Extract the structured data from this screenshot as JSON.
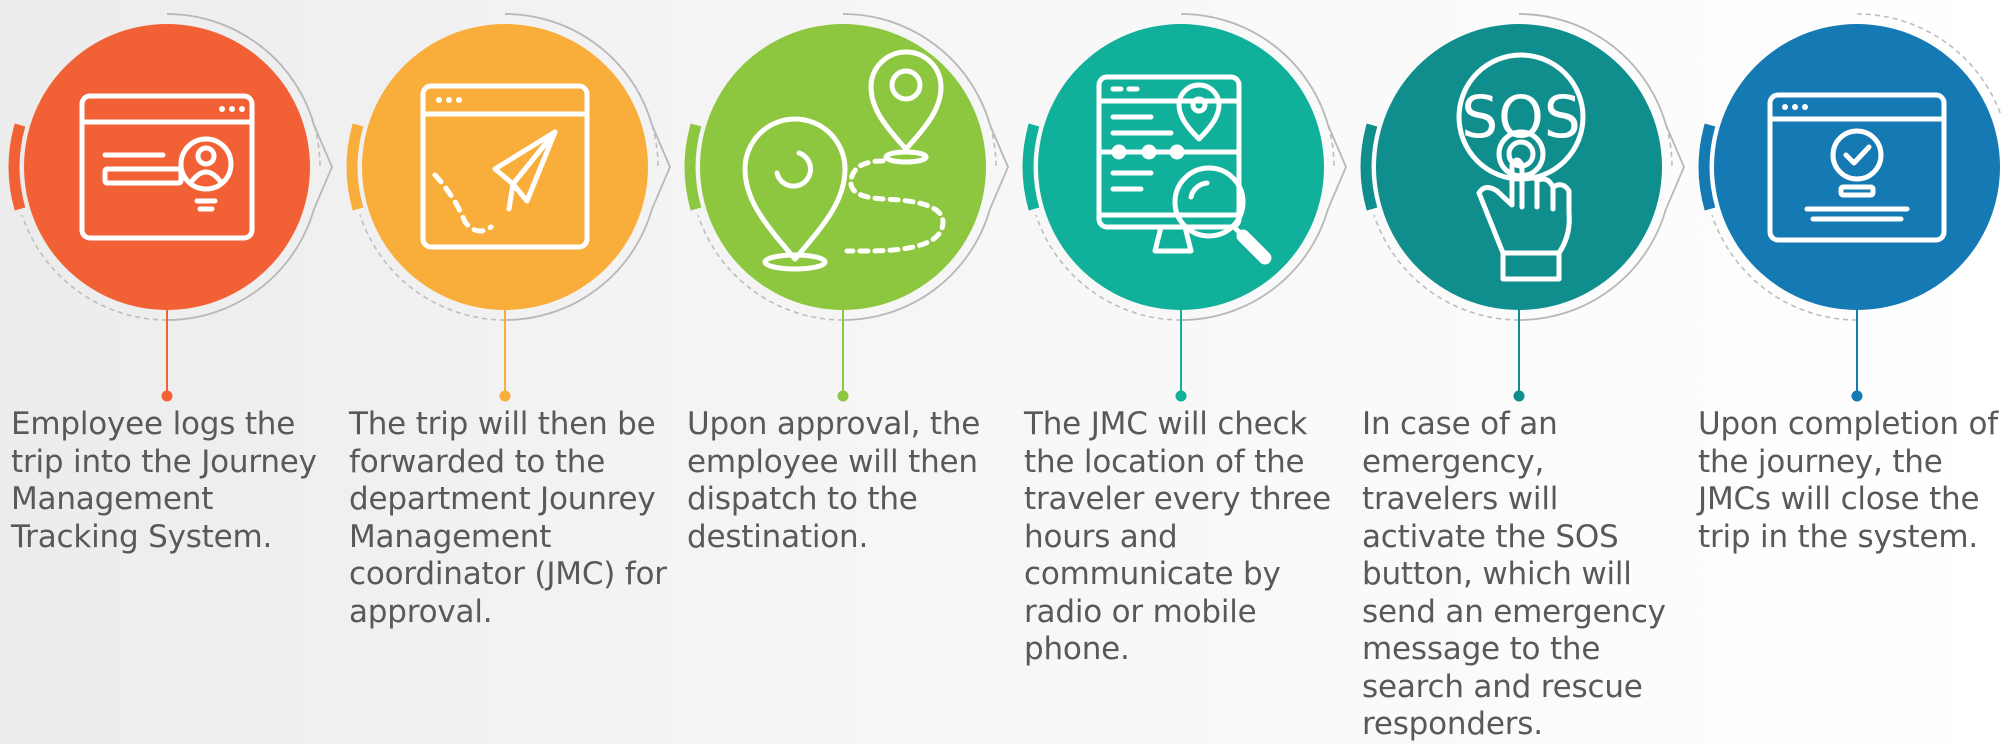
{
  "steps": [
    {
      "id": "log-trip",
      "color": "#f26135",
      "icon": "browser-user-icon",
      "text": "Employee logs the trip into the Journey Management Tracking System."
    },
    {
      "id": "forward-to-jmc",
      "color": "#f9ae3c",
      "icon": "browser-paper-plane-icon",
      "text": "The trip will then be forwarded to the department Jounrey Management coordinator (JMC) for approval."
    },
    {
      "id": "dispatch",
      "color": "#8dc63f",
      "icon": "map-route-pins-icon",
      "text": "Upon approval, the employee will then dispatch to the destination."
    },
    {
      "id": "check-location",
      "color": "#10b09a",
      "icon": "monitor-map-search-icon",
      "text": "The JMC will check the location of the traveler every three hours and communicate by radio or mobile phone."
    },
    {
      "id": "sos",
      "color": "#108e8e",
      "icon": "sos-button-hand-icon",
      "sos_label": "SOS",
      "text": "In case of an emergency, travelers will activate the SOS button, which will send an emergency message to the search and rescue responders."
    },
    {
      "id": "close-trip",
      "color": "#1579b3",
      "icon": "browser-checkmark-icon",
      "text": "Upon completion of the journey, the JMCs will close the trip in the system."
    }
  ]
}
